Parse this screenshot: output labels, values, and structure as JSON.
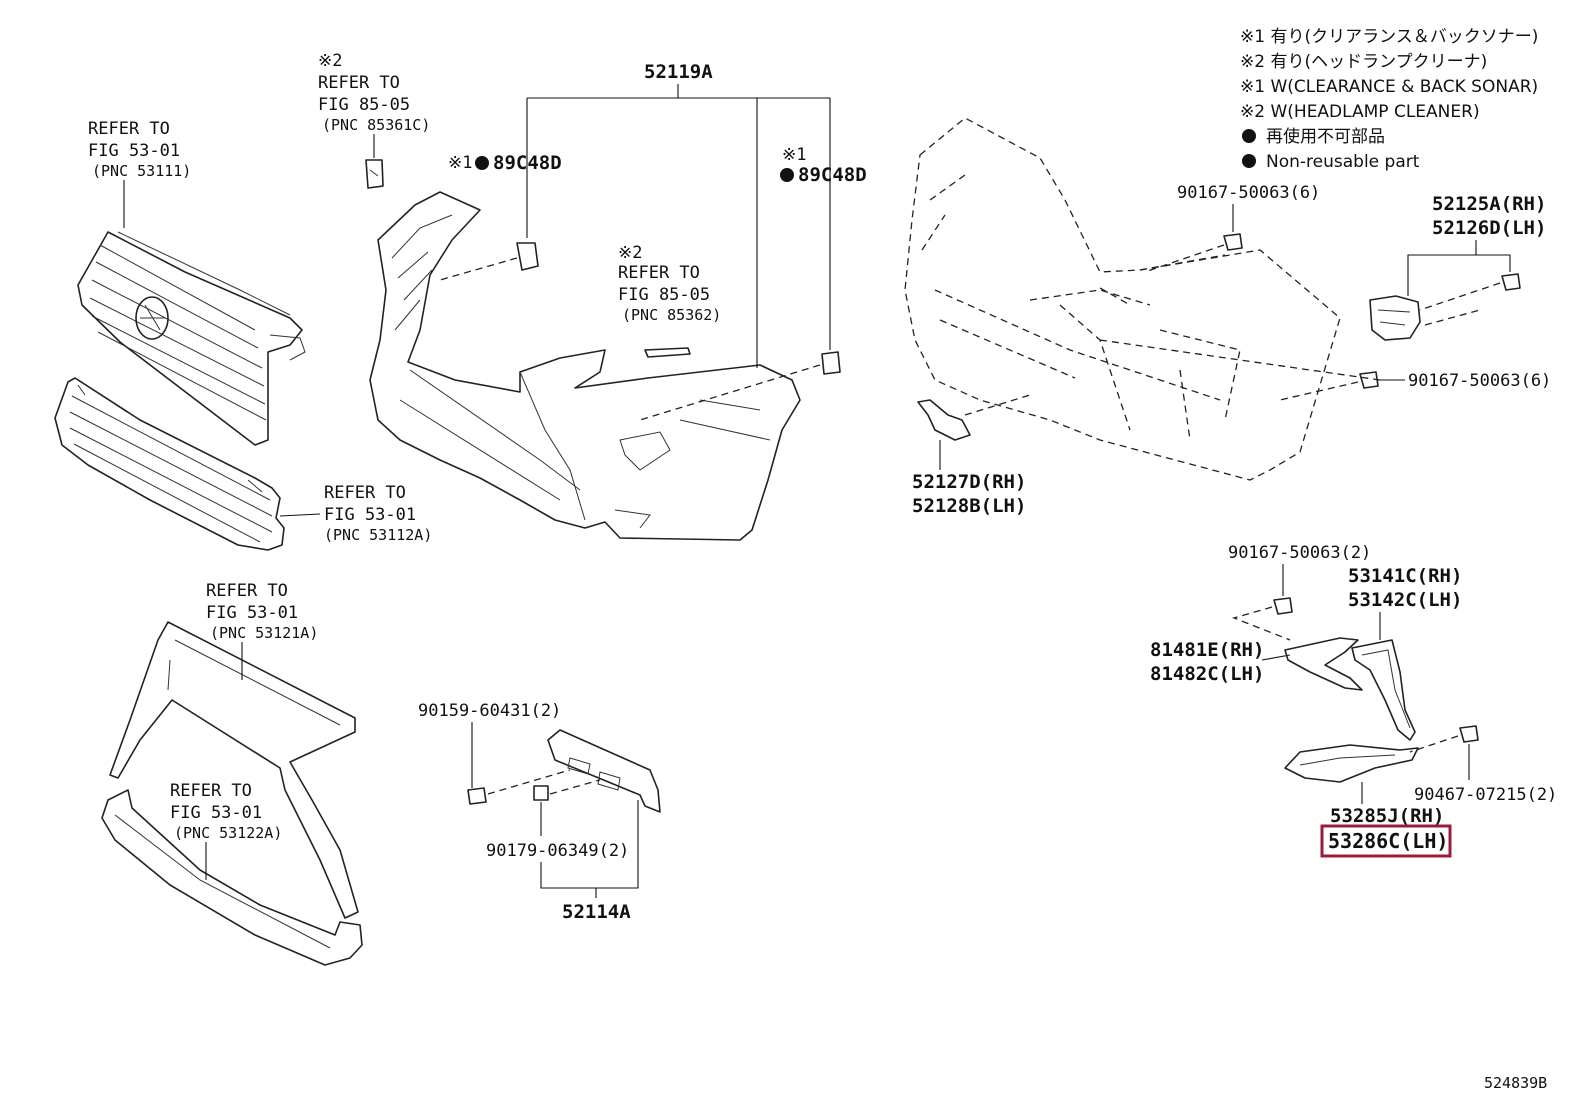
{
  "legend": {
    "line1": "※1  有り(クリアランス＆バックソナー)",
    "line2": "※2  有り(ヘッドランプクリーナ)",
    "line3": "※1  W(CLEARANCE & BACK SONAR)",
    "line4": "※2  W(HEADLAMP CLEANER)",
    "line5": "再使用不可部品",
    "line6": "Non-reusable part"
  },
  "refs": {
    "grille_upper": {
      "l1": "REFER TO",
      "l2": "FIG 53-01",
      "l3": "(PNC 53111)"
    },
    "lamp_cleaner_left": {
      "mark": "※2",
      "l1": "REFER TO",
      "l2": "FIG 85-05",
      "l3": "(PNC 85361C)"
    },
    "lamp_cleaner_mid": {
      "mark": "※2",
      "l1": "REFER TO",
      "l2": "FIG 85-05",
      "l3": "(PNC 85362)"
    },
    "grille_lower": {
      "l1": "REFER TO",
      "l2": "FIG 53-01",
      "l3": "(PNC 53112A)"
    },
    "frame_upper": {
      "l1": "REFER TO",
      "l2": "FIG 53-01",
      "l3": "(PNC 53121A)"
    },
    "frame_lower": {
      "l1": "REFER TO",
      "l2": "FIG 53-01",
      "l3": "(PNC 53122A)"
    }
  },
  "parts": {
    "p52119A": "52119A",
    "p89C48D_a_mark": "※1",
    "p89C48D_a": "89C48D",
    "p89C48D_b_mark": "※1",
    "p89C48D_b": "89C48D",
    "p90167_top": "90167-50063(6)",
    "p52125A": "52125A(RH)",
    "p52126D": "52126D(LH)",
    "p90167_right": "90167-50063(6)",
    "p52127D": "52127D(RH)",
    "p52128B": "52128B(LH)",
    "p90167_low": "90167-50063(2)",
    "p53141C": "53141C(RH)",
    "p53142C": "53142C(LH)",
    "p81481E": "81481E(RH)",
    "p81482C": "81482C(LH)",
    "p90467": "90467-07215(2)",
    "p53285J": "53285J(RH)",
    "p53286C": "53286C(LH)",
    "p90159": "90159-60431(2)",
    "p90179": "90179-06349(2)",
    "p52114A": "52114A"
  },
  "figure_id": "524839B",
  "colors": {
    "highlight": "#9b1c3a",
    "ink": "#111111"
  }
}
